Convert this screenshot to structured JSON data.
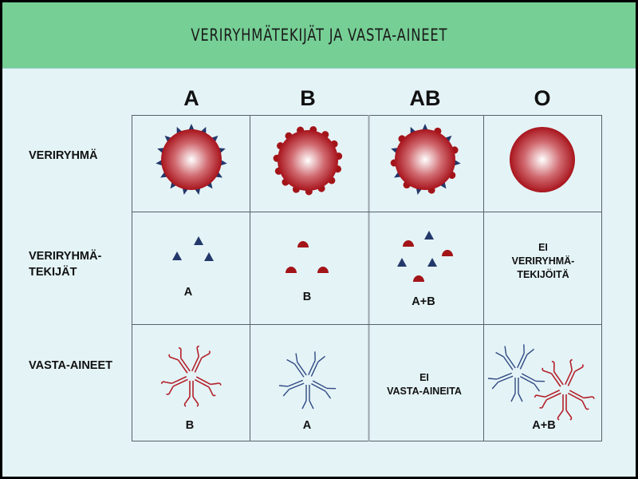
{
  "title": "VERIRYHMÄTEKIJÄT JA VASTA-AINEET",
  "columns": [
    "A",
    "B",
    "AB",
    "O"
  ],
  "rows": {
    "blood_group": "VERIRYHMÄ",
    "antigens_line1": "VERIRYHMÄ-",
    "antigens_line2": "TEKIJÄT",
    "antibodies": "VASTA-AINEET"
  },
  "antigen_labels": [
    "A",
    "B",
    "A+B"
  ],
  "no_antigens": [
    "EI",
    "VERIRYHMÄ-",
    "TEKIJÖITÄ"
  ],
  "antibody_labels": [
    "B",
    "A",
    "A+B"
  ],
  "no_antibodies": [
    "EI",
    "VASTA-AINEITA"
  ],
  "colors": {
    "header": "#76cf95",
    "background": "#e4f3f6",
    "antigen_a": "#23386a",
    "antigen_b": "#a31419",
    "grid": "#56636b"
  }
}
